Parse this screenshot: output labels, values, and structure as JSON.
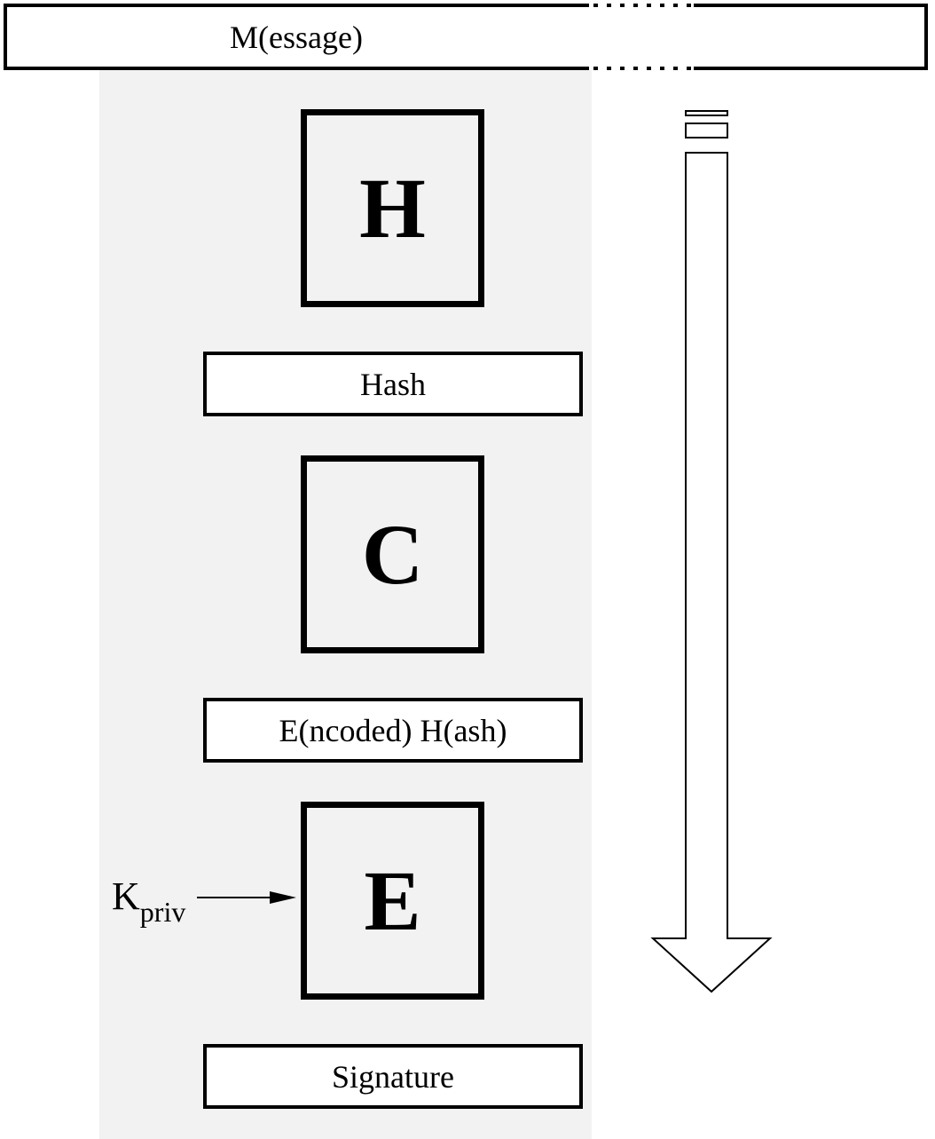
{
  "message": {
    "label": "M(essage)"
  },
  "operations": [
    {
      "id": "hash",
      "symbol": "H"
    },
    {
      "id": "encode",
      "symbol": "C"
    },
    {
      "id": "encrypt",
      "symbol": "E"
    }
  ],
  "data_boxes": [
    {
      "id": "hash-output",
      "label": "Hash"
    },
    {
      "id": "encoded-hash",
      "label": "E(ncoded) H(ash)"
    },
    {
      "id": "signature",
      "label": "Signature"
    }
  ],
  "key": {
    "main": "K",
    "subscript": "priv"
  }
}
